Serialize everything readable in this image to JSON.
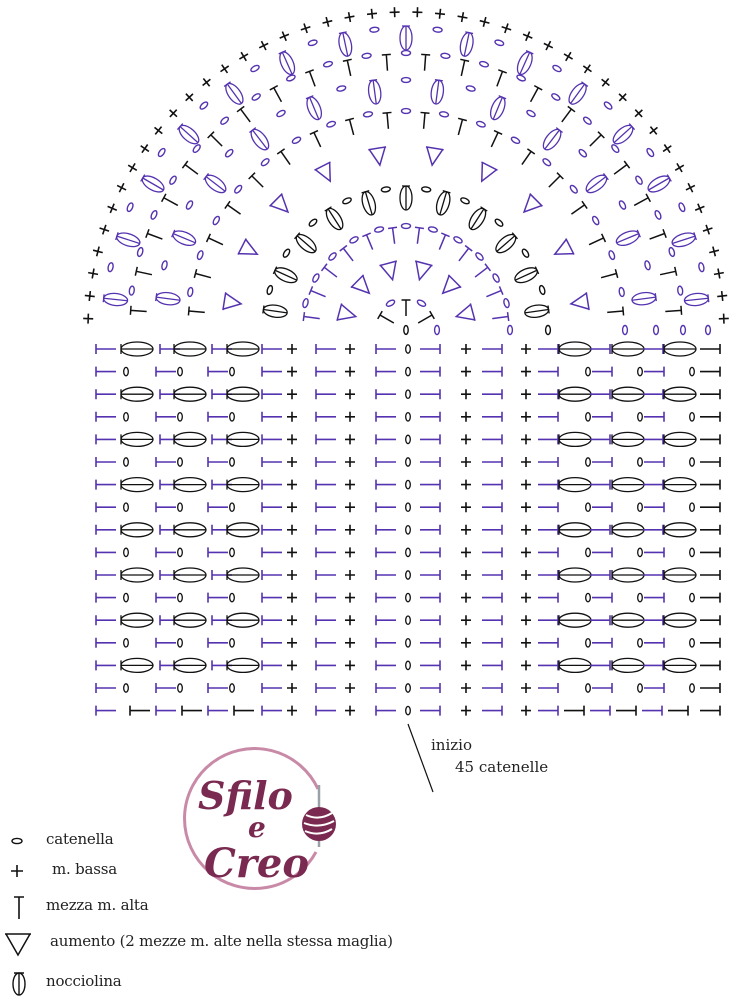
{
  "colors": {
    "purple": "#5533b0",
    "black": "#111111",
    "logo_wine": "#7a2a50",
    "logo_ring": "#c98aa8",
    "hook": "#9aa0a8"
  },
  "chart": {
    "title": "Crochet chart: semicircle top with straight body",
    "body_rows": 17,
    "row_y_start": 349,
    "row_spacing": 22.6,
    "row_patterns": {
      "A_nocciolina_row": "purple-dash, nocciolina, purple-dash, nocciolina, purple-dash, nocciolina, purple-dash, +, purple-dash, +, purple-dash, 0, purple-dash, +, purple-dash, +, purple-dash, nocciolina, purple-dash, nocciolina, purple-dash, nocciolina, black-dash",
      "B_catenella_row": "purple-dash, 0, purple-dash, 0, purple-dash, 0, purple-dash, +, purple-dash, +, purple-dash, 0, purple-dash, +, purple-dash, +, purple-dash, 0, purple-dash, 0, purple-dash, 0, black-dash",
      "C_base_row": "purple-dash, black-dash, purple-dash, black-dash, purple-dash, black-dash, purple-dash, +, purple-dash, +, purple-dash, 0, purple-dash, +, purple-dash, +, purple-dash, black-dash, purple-dash, black-dash, purple-dash, black-dash, black-dash"
    },
    "row_sequence": [
      "A",
      "B",
      "A",
      "B",
      "A",
      "B",
      "A",
      "B",
      "A",
      "B",
      "A",
      "B",
      "A",
      "B",
      "A",
      "B",
      "C"
    ],
    "arch_center": [
      406,
      330
    ],
    "arch_rounds": [
      {
        "radius": 22,
        "type": "mezza-alta",
        "color": "black",
        "count": 3
      },
      {
        "radius": 60,
        "type": "aumento",
        "color": "purple",
        "count": 6
      },
      {
        "radius": 95,
        "type": "mezza-alta",
        "color": "purple",
        "count": 12
      },
      {
        "radius": 132,
        "type": "nocciolina",
        "color": "black",
        "count": 11
      },
      {
        "radius": 175,
        "type": "aumento",
        "color": "purple",
        "count": 10
      },
      {
        "radius": 210,
        "type": "mezza-alta",
        "color": "black",
        "count": 18
      },
      {
        "radius": 240,
        "type": "nocciolina",
        "color": "purple",
        "count": 12
      },
      {
        "radius": 268,
        "type": "mezza-alta",
        "color": "black",
        "count": 22
      },
      {
        "radius": 292,
        "type": "nocciolina",
        "color": "purple",
        "count": 15
      },
      {
        "radius": 318,
        "type": "m-bassa",
        "color": "black",
        "count": 44
      }
    ]
  },
  "start_note": {
    "line1": "inizio",
    "line2": "45 catenelle"
  },
  "logo": {
    "line1": "Sfilo",
    "line2": "e",
    "line3": "Creo"
  },
  "legend": {
    "items": [
      {
        "icon": "catenella-icon",
        "label": "catenella"
      },
      {
        "icon": "m-bassa-icon",
        "label": "m. bassa"
      },
      {
        "icon": "mezza-alta-icon",
        "label": "mezza m. alta"
      },
      {
        "icon": "aumento-icon",
        "label": "aumento (2 mezze m. alte nella stessa maglia)"
      },
      {
        "icon": "nocciolina-icon",
        "label": "nocciolina"
      }
    ]
  }
}
